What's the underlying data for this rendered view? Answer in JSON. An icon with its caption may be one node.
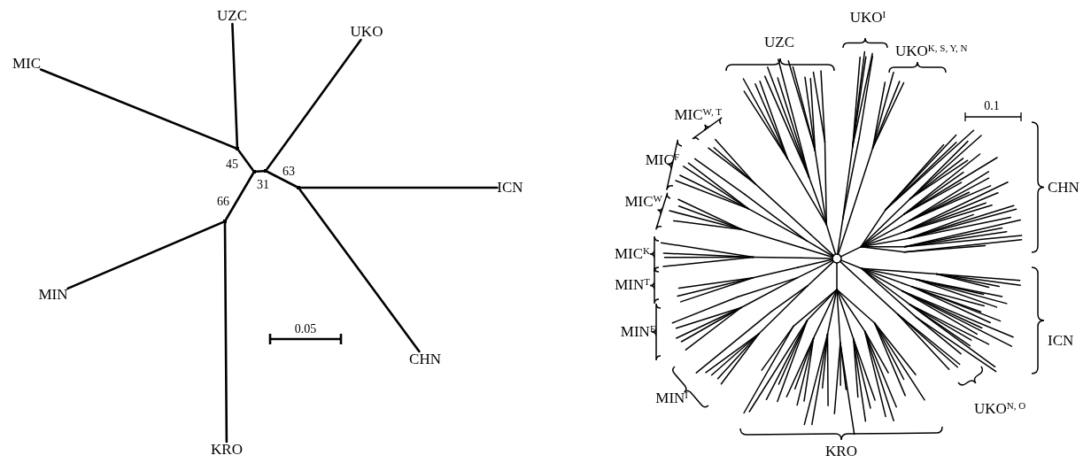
{
  "diagram": {
    "nodes": [
      {
        "text": [
          "UZC"
        ]
      },
      {
        "text": [
          "MIC"
        ]
      },
      {
        "text": [
          "UKO"
        ]
      },
      {
        "text": [
          "ICN"
        ]
      },
      {
        "text": [
          "MIN"
        ]
      },
      {
        "text": [
          "CHN"
        ]
      },
      {
        "text": [
          "KRO"
        ]
      },
      {
        "text": [],
        "shape": "point",
        "beside": [
          "45"
        ]
      },
      {
        "text": [],
        "shape": "point",
        "beside": [
          "31"
        ]
      },
      {
        "text": [],
        "shape": "point"
      },
      {
        "text": [],
        "shape": "point",
        "beside": [
          "63"
        ]
      },
      {
        "text": [],
        "shape": "point",
        "beside": [
          "66"
        ]
      }
    ],
    "edges": [
      {
        "from": 7,
        "to": 1,
        "arrow": "none"
      },
      {
        "from": 7,
        "to": 0,
        "arrow": "none"
      },
      {
        "from": 7,
        "to": 8,
        "arrow": "none"
      },
      {
        "from": 8,
        "to": 9,
        "arrow": "none"
      },
      {
        "from": 8,
        "to": 11,
        "arrow": "none"
      },
      {
        "from": 9,
        "to": 2,
        "arrow": "none"
      },
      {
        "from": 9,
        "to": 10,
        "arrow": "none"
      },
      {
        "from": 10,
        "to": 3,
        "arrow": "none"
      },
      {
        "from": 10,
        "to": 5,
        "arrow": "none"
      },
      {
        "from": 11,
        "to": 4,
        "arrow": "none"
      },
      {
        "from": 11,
        "to": 6,
        "arrow": "none"
      }
    ],
    "labels": [
      "0.05",
      "UZC",
      "UKO$^{I}$",
      "UKO$^{K, S, Y, N}$",
      "0.1",
      "MIC$^{W, T}$",
      "MIC$^{F}$",
      "CHN",
      "MIC$^{W}$",
      "MIC$^{K}$",
      "MIN$^{T}$",
      "ICN",
      "MIN$^{F}$",
      "UKO$^{N, O}$",
      "MIN$^{I}$",
      "KRO"
    ]
  }
}
